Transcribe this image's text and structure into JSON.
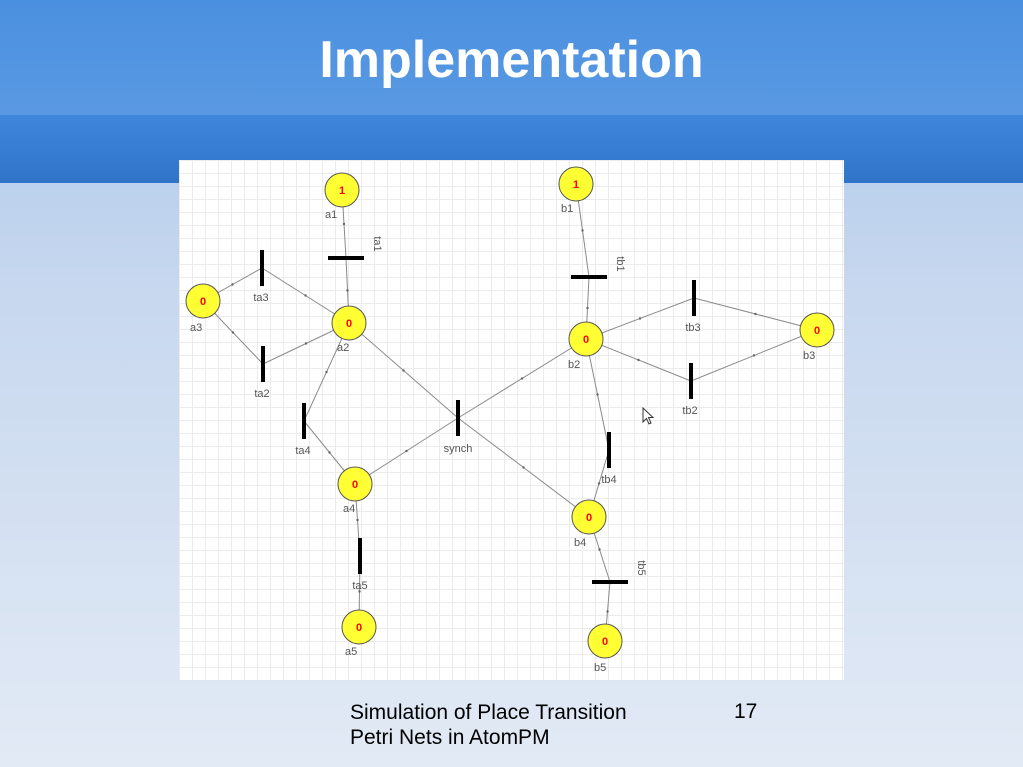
{
  "slide": {
    "title": "Implementation",
    "footer_line1": "Simulation of Place Transition",
    "footer_line2": "Petri Nets in AtomPM",
    "page_number": "17"
  },
  "diagram": {
    "places": [
      {
        "id": "a1",
        "label": "a1",
        "tokens": "1"
      },
      {
        "id": "a2",
        "label": "a2",
        "tokens": "0"
      },
      {
        "id": "a3",
        "label": "a3",
        "tokens": "0"
      },
      {
        "id": "a4",
        "label": "a4",
        "tokens": "0"
      },
      {
        "id": "a5",
        "label": "a5",
        "tokens": "0"
      },
      {
        "id": "b1",
        "label": "b1",
        "tokens": "1"
      },
      {
        "id": "b2",
        "label": "b2",
        "tokens": "0"
      },
      {
        "id": "b3",
        "label": "b3",
        "tokens": "0"
      },
      {
        "id": "b4",
        "label": "b4",
        "tokens": "0"
      },
      {
        "id": "b5",
        "label": "b5",
        "tokens": "0"
      }
    ],
    "transitions": [
      {
        "id": "ta1",
        "label": "ta1"
      },
      {
        "id": "ta2",
        "label": "ta2"
      },
      {
        "id": "ta3",
        "label": "ta3"
      },
      {
        "id": "ta4",
        "label": "ta4"
      },
      {
        "id": "ta5",
        "label": "ta5"
      },
      {
        "id": "synch",
        "label": "synch"
      },
      {
        "id": "tb1",
        "label": "tb1"
      },
      {
        "id": "tb2",
        "label": "tb2"
      },
      {
        "id": "tb3",
        "label": "tb3"
      },
      {
        "id": "tb4",
        "label": "tb4"
      },
      {
        "id": "tb5",
        "label": "tb5"
      }
    ],
    "arcs": [
      [
        "a1",
        "ta1"
      ],
      [
        "ta1",
        "a2"
      ],
      [
        "a2",
        "ta3"
      ],
      [
        "ta3",
        "a3"
      ],
      [
        "a3",
        "ta2"
      ],
      [
        "ta2",
        "a2"
      ],
      [
        "a2",
        "ta4"
      ],
      [
        "ta4",
        "a4"
      ],
      [
        "a4",
        "ta5"
      ],
      [
        "ta5",
        "a5"
      ],
      [
        "a2",
        "synch"
      ],
      [
        "a4",
        "synch"
      ],
      [
        "b2",
        "synch"
      ],
      [
        "synch",
        "b4"
      ],
      [
        "b1",
        "tb1"
      ],
      [
        "tb1",
        "b2"
      ],
      [
        "b2",
        "tb3"
      ],
      [
        "tb3",
        "b3"
      ],
      [
        "b3",
        "tb2"
      ],
      [
        "tb2",
        "b2"
      ],
      [
        "b2",
        "tb4"
      ],
      [
        "tb4",
        "b4"
      ],
      [
        "b4",
        "tb5"
      ],
      [
        "tb5",
        "b5"
      ]
    ],
    "colors": {
      "place_fill": "#ffff33",
      "place_stroke": "#555555",
      "token_color": "#ff0000",
      "transition_color": "#000000",
      "arc_color": "#8a8a8a"
    }
  }
}
